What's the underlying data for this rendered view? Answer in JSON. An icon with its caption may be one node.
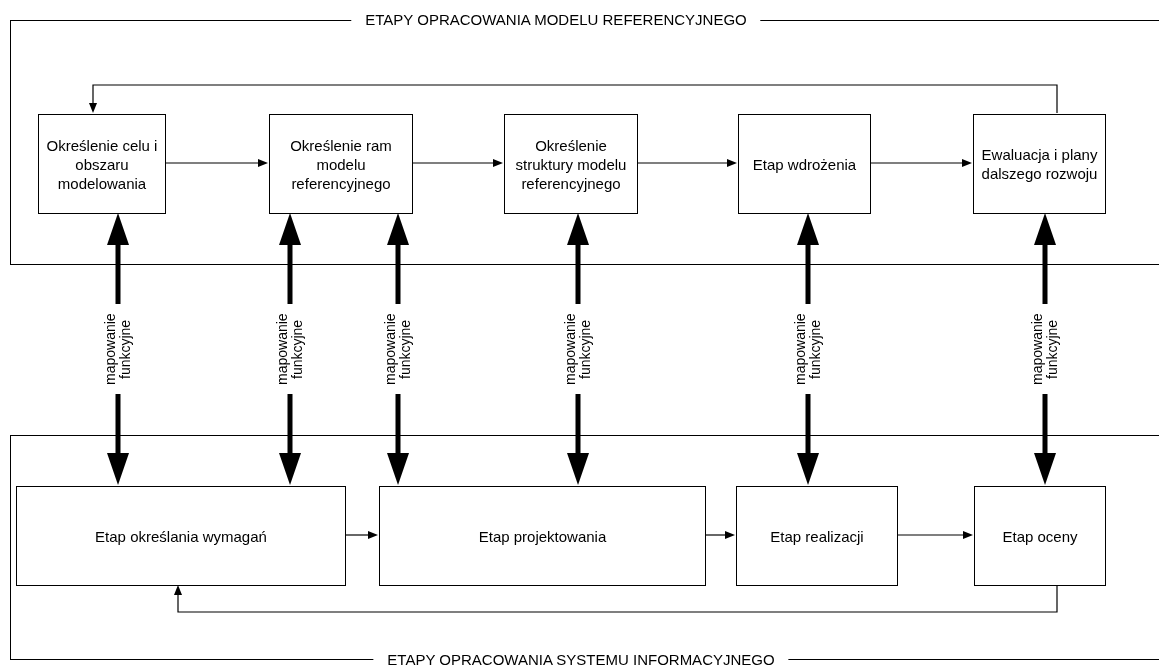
{
  "diagram": {
    "nodes": [
      {
        "text": [
          "ETAPY OPRACOWANIA MODELU REFERENCYJNEGO"
        ]
      },
      {
        "text": [
          "Określenie celu i obszaru modelowania"
        ],
        "in": 0
      },
      {
        "text": [
          "Określenie ram modelu referencyjnego"
        ],
        "in": 0
      },
      {
        "text": [
          "Określenie struktury modelu referencyjnego"
        ],
        "in": 0
      },
      {
        "text": [
          "Etap wdrożenia"
        ],
        "in": 0
      },
      {
        "text": [
          "Ewaluacja i plany dalszego rozwoju"
        ],
        "in": 0
      },
      {
        "text": [
          "ETAPY OPRACOWANIA SYSTEMU INFORMACYJNEGO"
        ]
      },
      {
        "text": [
          "Etap określania wymagań"
        ],
        "in": 6
      },
      {
        "text": [
          "Etap projektowania"
        ],
        "in": 6
      },
      {
        "text": [
          "Etap realizacji"
        ],
        "in": 6
      },
      {
        "text": [
          "Etap oceny"
        ],
        "in": 6
      }
    ],
    "edges": [
      {
        "from": 1,
        "to": 2,
        "arrow": "to"
      },
      {
        "from": 2,
        "to": 3,
        "arrow": "to"
      },
      {
        "from": 3,
        "to": 4,
        "arrow": "to"
      },
      {
        "from": 4,
        "to": 5,
        "arrow": "to"
      },
      {
        "from": 5,
        "to": 1,
        "arrow": "to"
      },
      {
        "from": 1,
        "to": 7,
        "arrow": "both",
        "label": "mapowanie funkcyjne",
        "style": "thick"
      },
      {
        "from": 2,
        "to": 7,
        "arrow": "both",
        "label": "mapowanie funkcyjne",
        "style": "thick"
      },
      {
        "from": 2,
        "to": 8,
        "arrow": "both",
        "label": "mapowanie funkcyjne",
        "style": "thick"
      },
      {
        "from": 3,
        "to": 8,
        "arrow": "both",
        "label": "mapowanie funkcyjne",
        "style": "thick"
      },
      {
        "from": 4,
        "to": 9,
        "arrow": "both",
        "label": "mapowanie funkcyjne",
        "style": "thick"
      },
      {
        "from": 5,
        "to": 10,
        "arrow": "both",
        "label": "mapowanie funkcyjne",
        "style": "thick"
      },
      {
        "from": 7,
        "to": 8,
        "arrow": "to"
      },
      {
        "from": 8,
        "to": 9,
        "arrow": "to"
      },
      {
        "from": 9,
        "to": 10,
        "arrow": "to"
      },
      {
        "from": 10,
        "to": 7,
        "arrow": "to"
      }
    ]
  }
}
